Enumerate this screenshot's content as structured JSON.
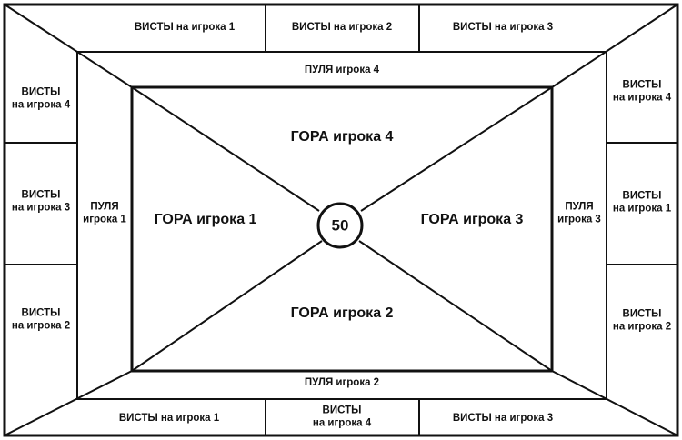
{
  "score_sheet": {
    "top_row": [
      "ВИСТЫ на игрока 1",
      "ВИСТЫ на игрока 2",
      "ВИСТЫ на игрока 3"
    ],
    "bottom_row": {
      "left": "ВИСТЫ на игрока 1",
      "center": [
        "ВИСТЫ",
        "на игрока 4"
      ],
      "right": "ВИСТЫ на игрока 3"
    },
    "left_column": [
      [
        "ВИСТЫ",
        "на игрока 4"
      ],
      [
        "ВИСТЫ",
        "на игрока 3"
      ],
      [
        "ВИСТЫ",
        "на игрока 2"
      ]
    ],
    "right_column": [
      [
        "ВИСТЫ",
        "на игрока 4"
      ],
      [
        "ВИСТЫ",
        "на игрока 1"
      ],
      [
        "ВИСТЫ",
        "на игрока 2"
      ]
    ],
    "pool": {
      "top": "ПУЛЯ игрока 4",
      "bottom": "ПУЛЯ игрока 2",
      "left": [
        "ПУЛЯ",
        "игрока 1"
      ],
      "right": [
        "ПУЛЯ",
        "игрока 3"
      ]
    },
    "mountain": {
      "top": "ГОРА игрока 4",
      "bottom": "ГОРА игрока 2",
      "left": "ГОРА игрока 1",
      "right": "ГОРА игрока 3"
    },
    "center_value": "50"
  }
}
